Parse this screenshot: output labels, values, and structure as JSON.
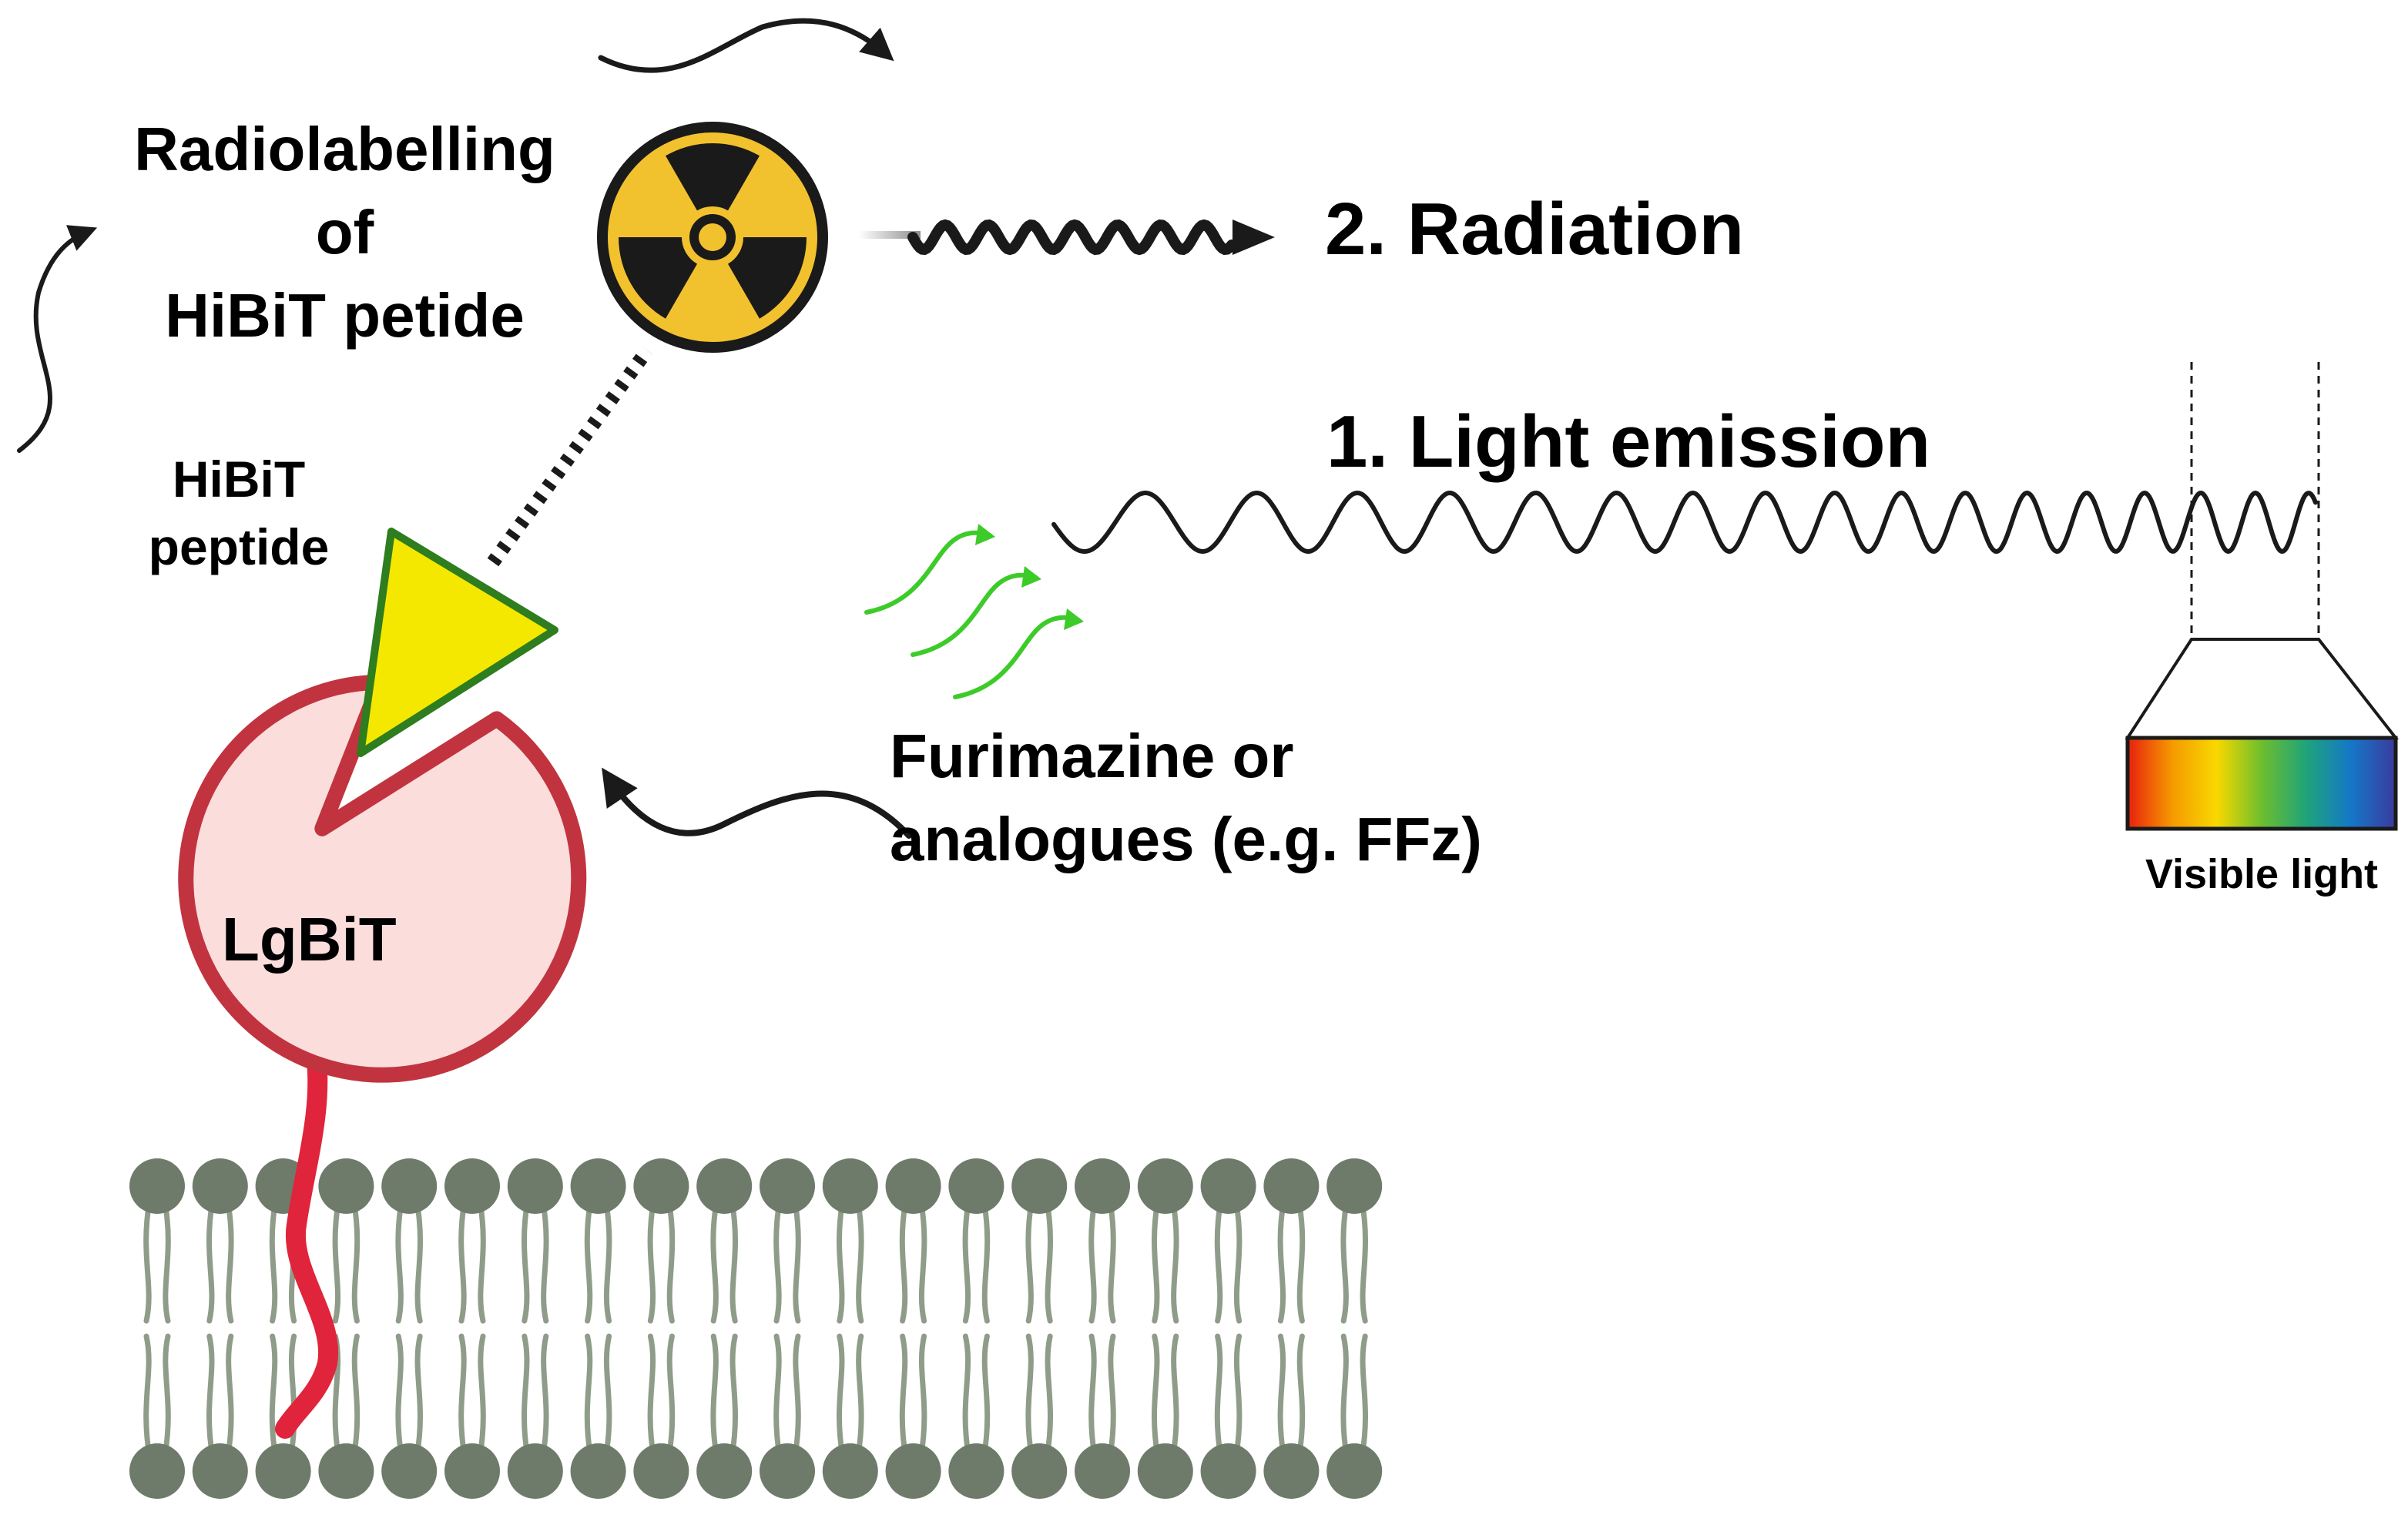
{
  "labels": {
    "radiolabelling": [
      "Radiolabelling",
      "of",
      "HiBiT petide"
    ],
    "radiation": "2. Radiation",
    "light_emission": "1. Light emission",
    "hibit": [
      "HiBiT",
      "peptide"
    ],
    "lgbit": "LgBiT",
    "furimazine": [
      "Furimazine or",
      "analogues (e.g. FFz)"
    ],
    "visible_light": "Visible light"
  },
  "colors": {
    "radiation_symbol_fill": "#F2C12E",
    "radiation_symbol_dark": "#1a1a1a",
    "hibit_fill": "#F5E800",
    "hibit_stroke": "#2E7D1E",
    "lgbit_fill": "#FBDDDC",
    "lgbit_stroke": "#C1343F",
    "anchor": "#E0243B",
    "lipid_head": "#6E7B6A",
    "lipid_tail": "#8F9C8A",
    "substrate_swirl": "#3DCB2A",
    "spectrum": [
      "#E8200E",
      "#F59A00",
      "#F8D800",
      "#6DBE2E",
      "#1FA37A",
      "#1577C8",
      "#3A3B9E"
    ]
  },
  "membrane": {
    "lipid_count": 20
  }
}
